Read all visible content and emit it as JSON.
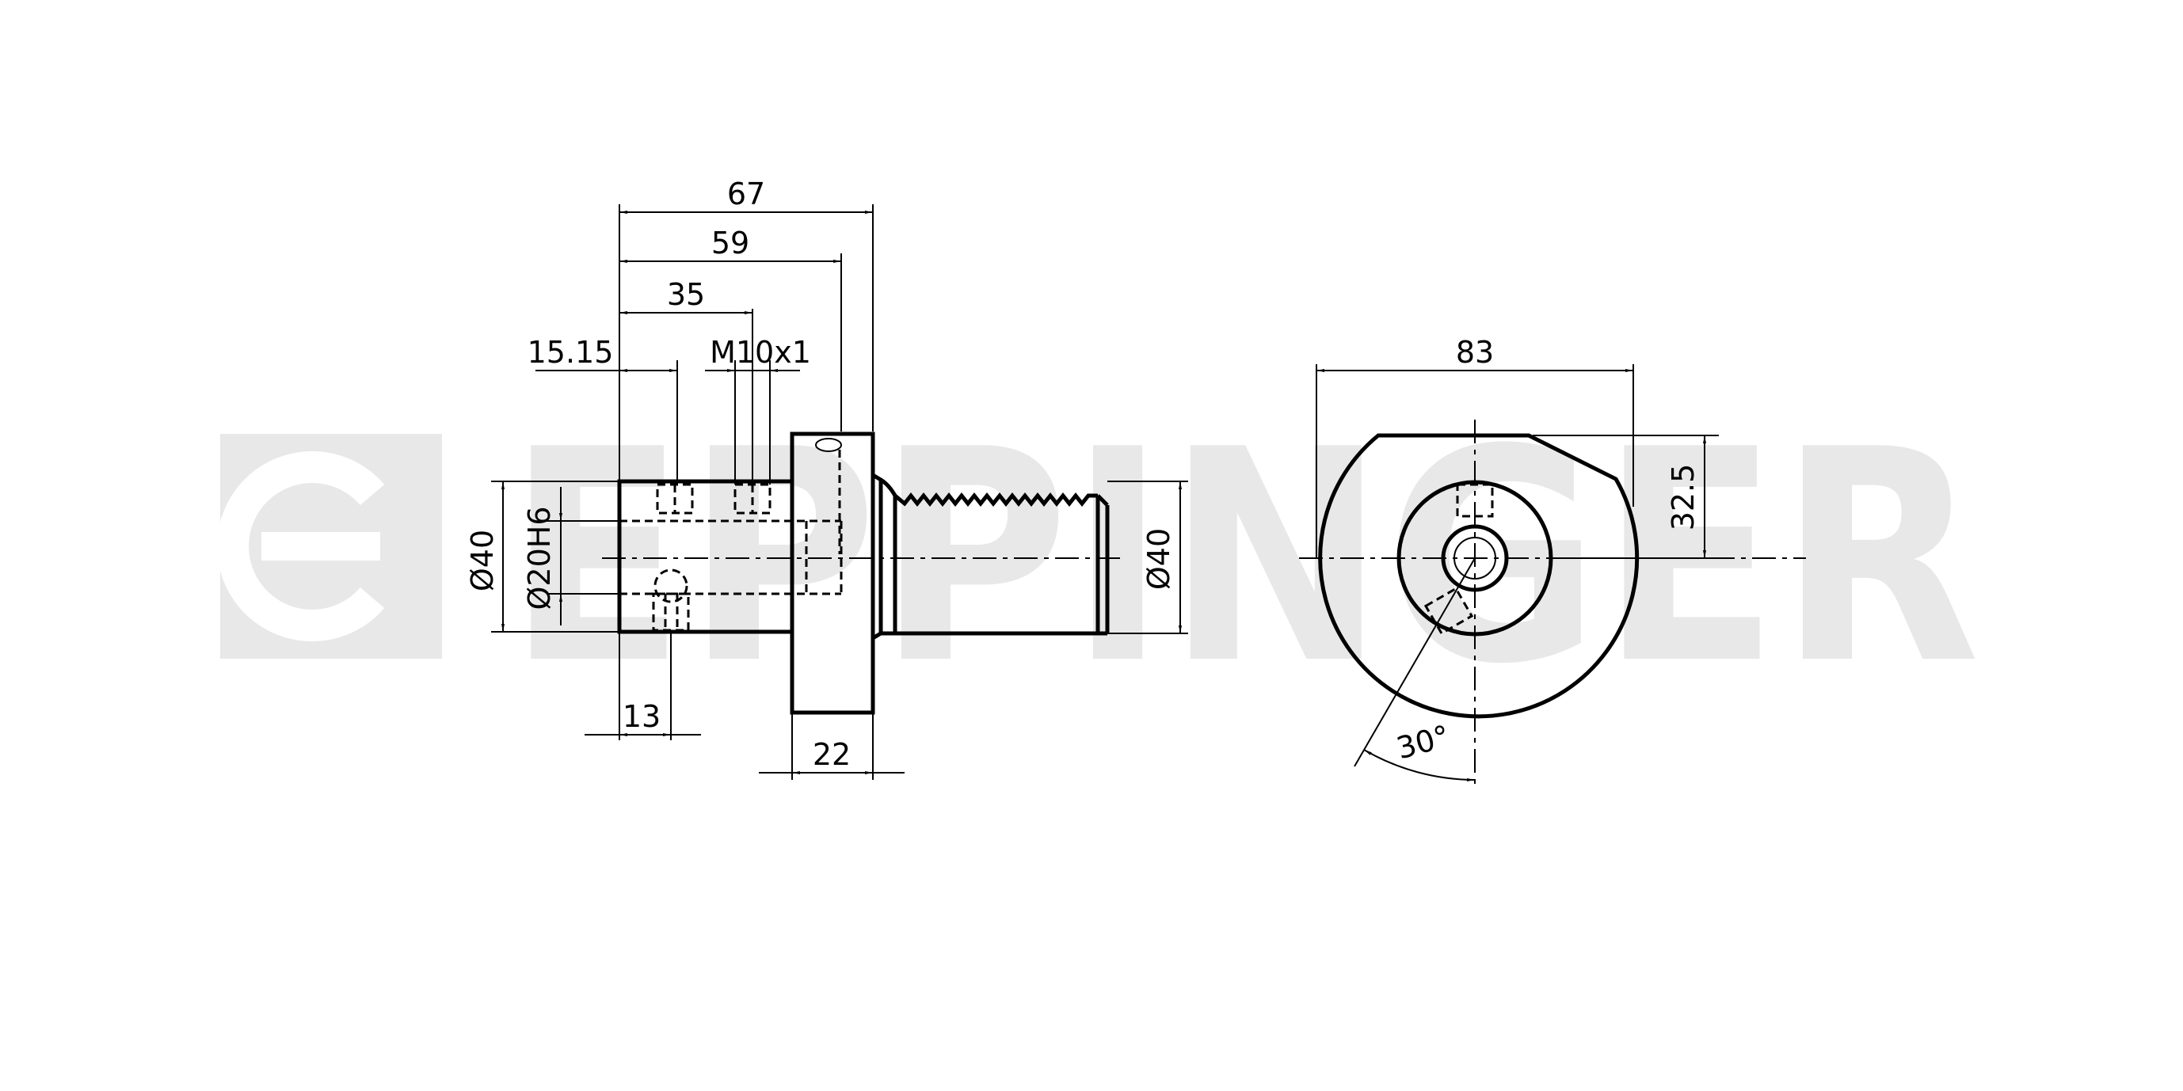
{
  "watermark": {
    "text": "EPPINGER",
    "color": "#e8e8e8"
  },
  "dimensions": {
    "side_view": {
      "overall_length": "67",
      "length_to_flange": "59",
      "thread_position": "35",
      "first_hole": "15.15",
      "thread_spec": "M10x1",
      "outer_diameter": "Ø40",
      "bore_diameter": "Ø20H6",
      "shank_diameter": "Ø40",
      "bottom_hole": "13",
      "flange_width": "22"
    },
    "front_view": {
      "width": "83",
      "offset_height": "32.5",
      "angle": "30°"
    }
  },
  "colors": {
    "line": "#000000",
    "background": "#ffffff"
  }
}
